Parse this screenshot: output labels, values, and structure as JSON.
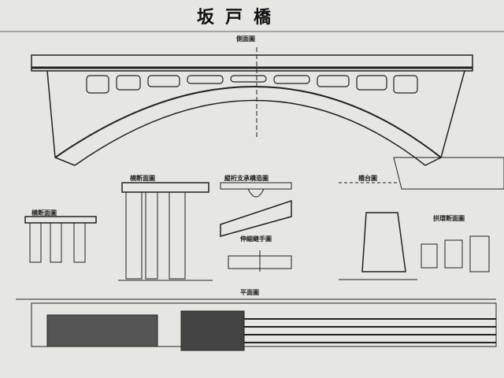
{
  "title": "坂戸橋",
  "labels": {
    "side_view": "側面圖",
    "cross_section_1": "横断面圖",
    "cross_section_2": "横断面圖",
    "stringer_bearing": "縦桁支承構造圖",
    "expansion_joint": "伸縮継手圖",
    "abutment": "橋台圖",
    "arch_section": "拱環断面圖",
    "plan_view": "平面圖"
  }
}
